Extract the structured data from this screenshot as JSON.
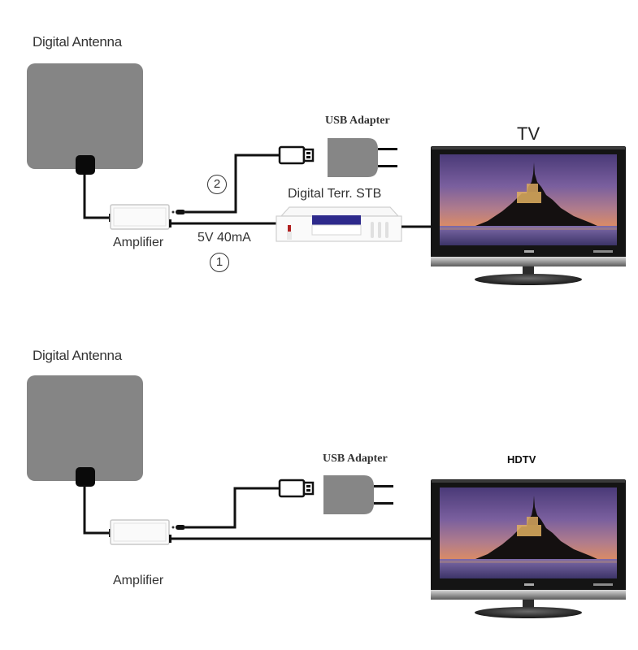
{
  "panels": [
    {
      "id": "antenna-with-stb",
      "labels": {
        "antenna": "Digital Antenna",
        "amplifier": "Amplifier",
        "usb_adapter": "USB Adapter",
        "stb": "Digital Terr. STB",
        "display": "TV",
        "power_spec": "5V 40mA",
        "step_1": "1",
        "step_2": "2"
      }
    },
    {
      "id": "antenna-direct-hdtv",
      "labels": {
        "antenna": "Digital Antenna",
        "amplifier": "Amplifier",
        "usb_adapter": "USB Adapter",
        "display": "HDTV"
      }
    }
  ],
  "colors": {
    "antenna_panel": "#858585",
    "antenna_connector": "#0a0a0a",
    "cable": "#111111",
    "usb_adapter": "#868686",
    "stb_display": "#2e2a8c",
    "stb_led": "#b02020",
    "tv_bezel": "#141414",
    "tv_trim": "#b8b8b8"
  }
}
